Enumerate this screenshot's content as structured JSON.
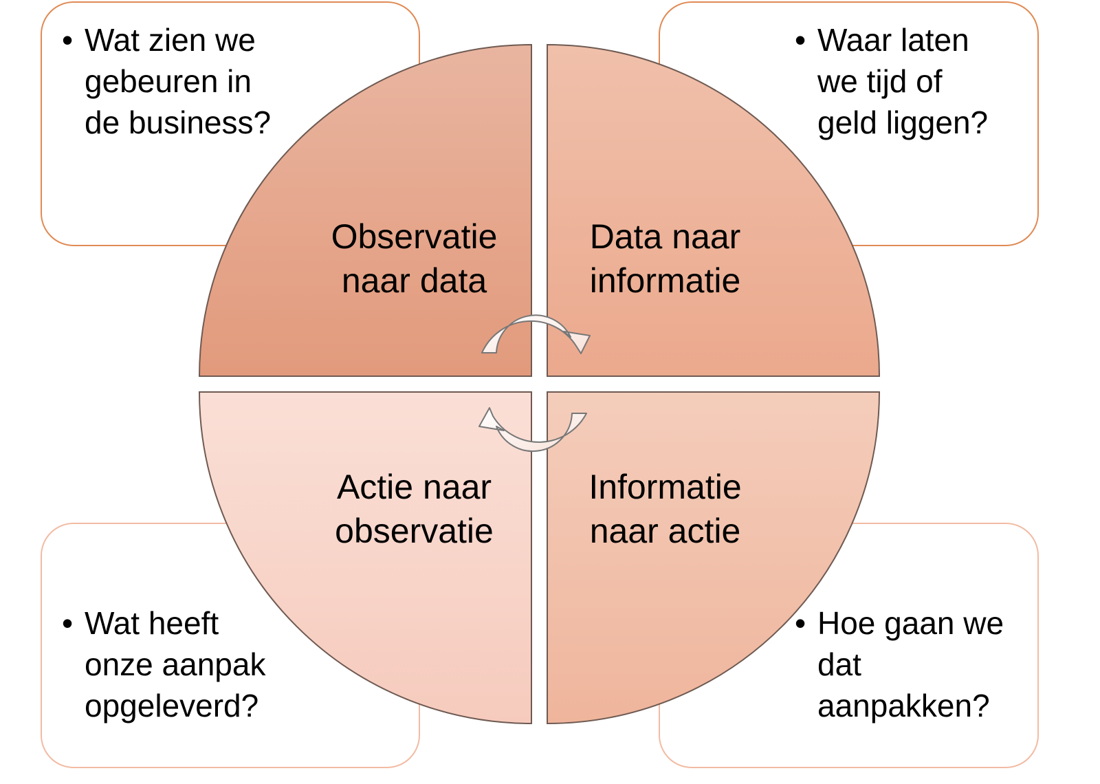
{
  "diagram": {
    "type": "cycle-quadrants",
    "colors": {
      "quadrant_top_left": "#e29c7e",
      "quadrant_top_right": "#ecaf96",
      "quadrant_bottom_left": "#f8d6cb",
      "quadrant_bottom_right": "#f1bca5",
      "box_border_top": "#e08a54",
      "box_border_bottom": "#f2bba3",
      "arrow_fill": "#fbeeea"
    },
    "quadrants": [
      {
        "id": "top-left",
        "label": "Observatie\nnaar data"
      },
      {
        "id": "top-right",
        "label": "Data naar\ninformatie"
      },
      {
        "id": "bottom-right",
        "label": "Informatie\nnaar actie"
      },
      {
        "id": "bottom-left",
        "label": "Actie naar\nobservatie"
      }
    ],
    "boxes": [
      {
        "id": "top-left",
        "bullet": "•",
        "text": "Wat zien we\ngebeuren in\nde business?"
      },
      {
        "id": "top-right",
        "bullet": "•",
        "text": "Waar laten\nwe tijd of\ngeld liggen?"
      },
      {
        "id": "bottom-left",
        "bullet": "•",
        "text": "Wat heeft\nonze aanpak\nopgeleverd?"
      },
      {
        "id": "bottom-right",
        "bullet": "•",
        "text": "Hoe gaan we\ndat\naanpakken?"
      }
    ],
    "arrows": [
      {
        "id": "arrow-top",
        "direction": "clockwise-right"
      },
      {
        "id": "arrow-bottom",
        "direction": "clockwise-left"
      }
    ]
  }
}
